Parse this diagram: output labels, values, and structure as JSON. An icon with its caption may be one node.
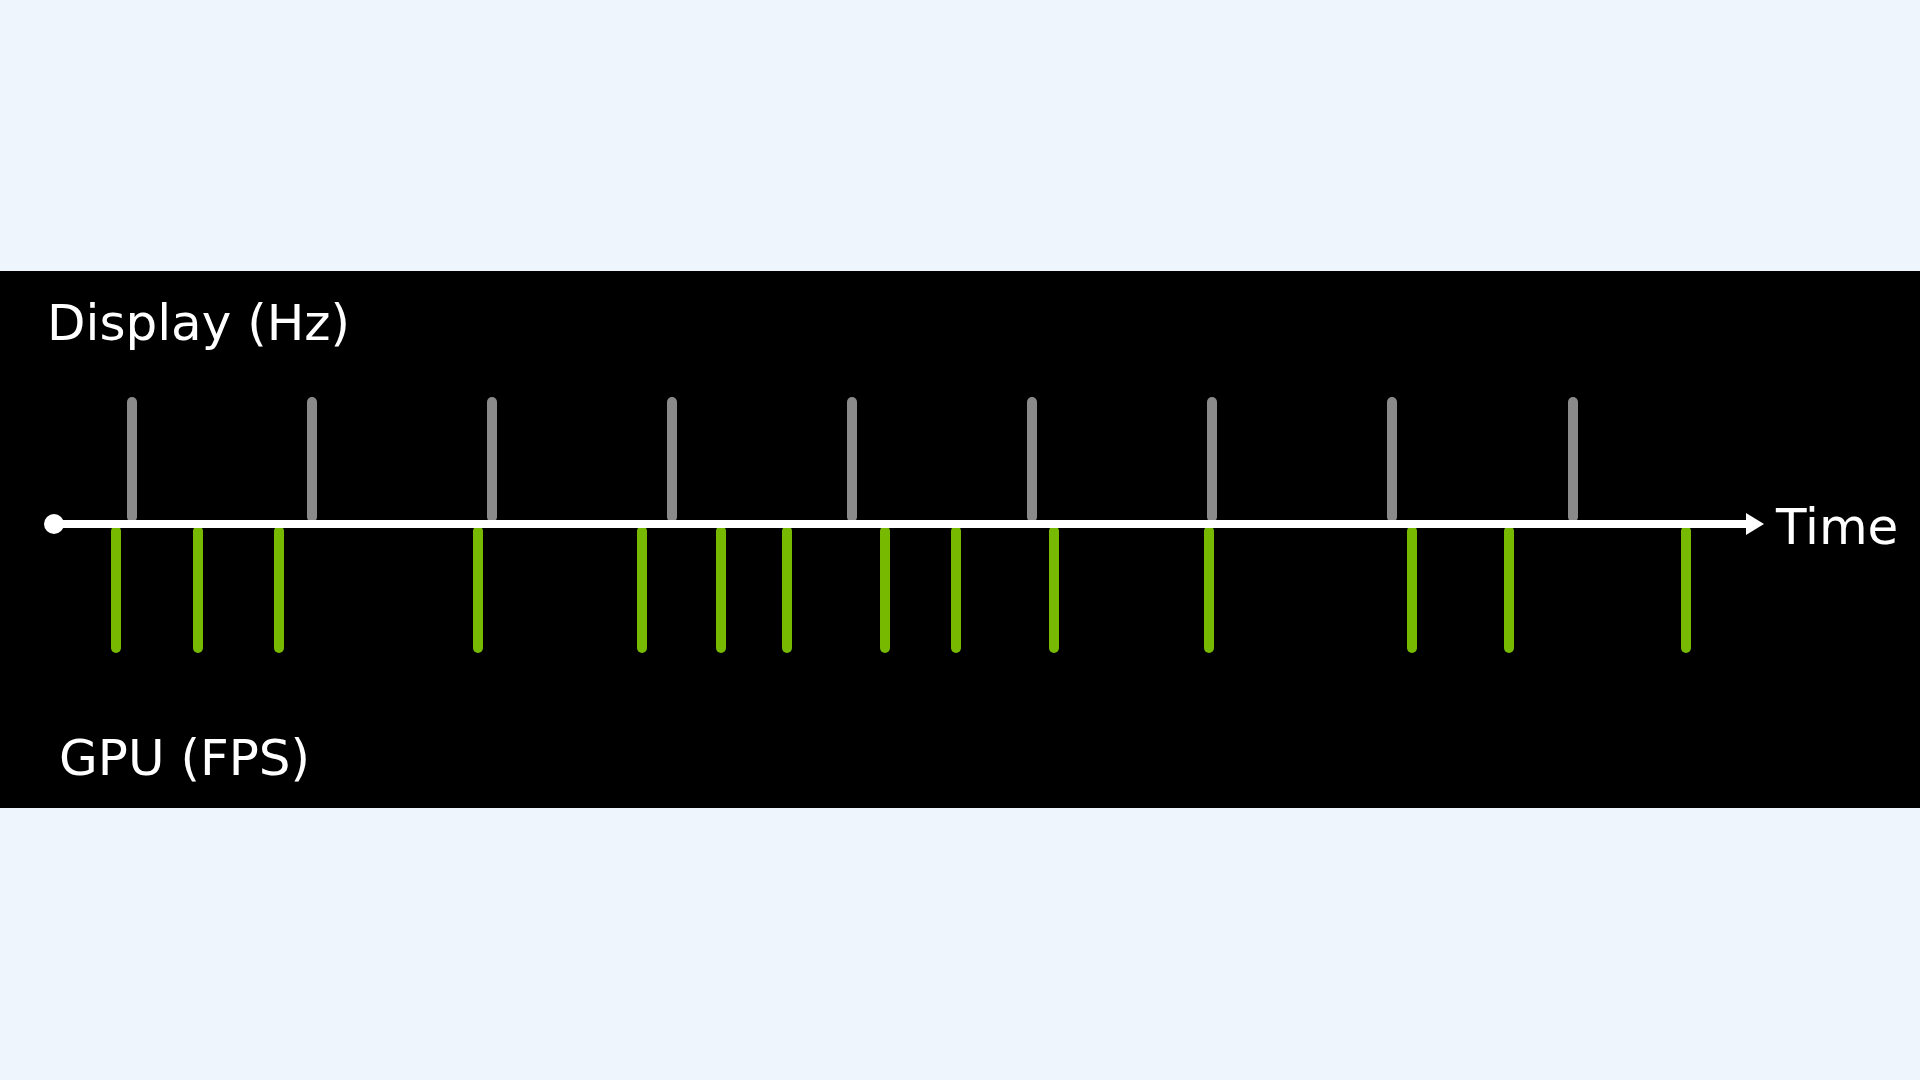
{
  "diagram": {
    "labels": [
      "Display (Hz)",
      "Time",
      "GPU (FPS)"
    ]
  }
}
